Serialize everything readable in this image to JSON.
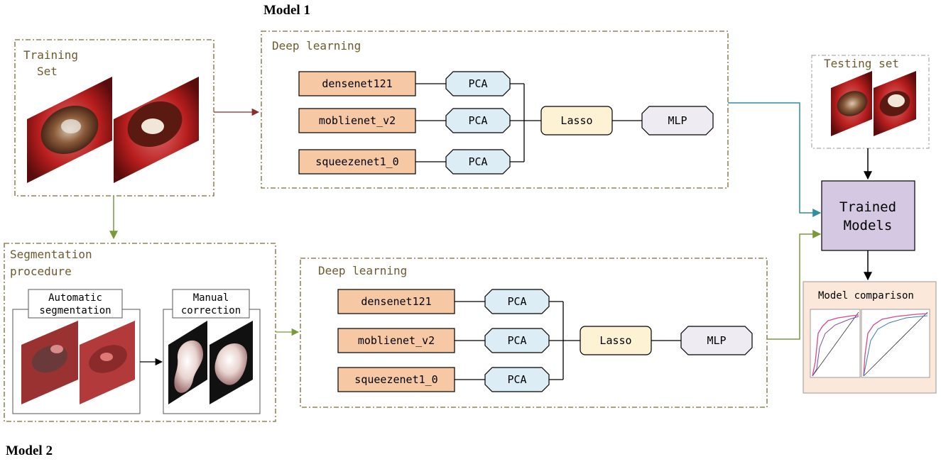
{
  "titles": {
    "model1": "Model 1",
    "model2": "Model 2"
  },
  "training_set": {
    "label_line1": "Training",
    "label_line2": "Set"
  },
  "testing_set": {
    "label": "Testing set"
  },
  "segmentation": {
    "label_line1": "Segmentation",
    "label_line2": "procedure",
    "automatic_line1": "Automatic",
    "automatic_line2": "segmentation",
    "manual_line1": "Manual",
    "manual_line2": "correction"
  },
  "pipeline1": {
    "label": "Deep learning",
    "backbones": [
      "densenet121",
      "moblienet_v2",
      "squeezenet1_0"
    ],
    "pca": [
      "PCA",
      "PCA",
      "PCA"
    ],
    "selector": "Lasso",
    "classifier": "MLP"
  },
  "pipeline2": {
    "label": "Deep learning",
    "backbones": [
      "densenet121",
      "moblienet_v2",
      "squeezenet1_0"
    ],
    "pca": [
      "PCA",
      "PCA",
      "PCA"
    ],
    "selector": "Lasso",
    "classifier": "MLP"
  },
  "trained_models": {
    "line1": "Trained",
    "line2": "Models"
  },
  "comparison": {
    "label": "Model comparison"
  },
  "colors": {
    "backbone_fill": "#f6c8a3",
    "pca_fill": "#dcedf5",
    "lasso_fill": "#fdf2d3",
    "mlp_fill": "#eeebf2",
    "trained_fill": "#d5c8e3",
    "comparison_fill": "#fbe8da",
    "dashed_border": "#7a6a3a",
    "arrow_red": "#8b2c2c",
    "arrow_teal": "#2f8ea3",
    "arrow_green": "#7a9a3a"
  }
}
